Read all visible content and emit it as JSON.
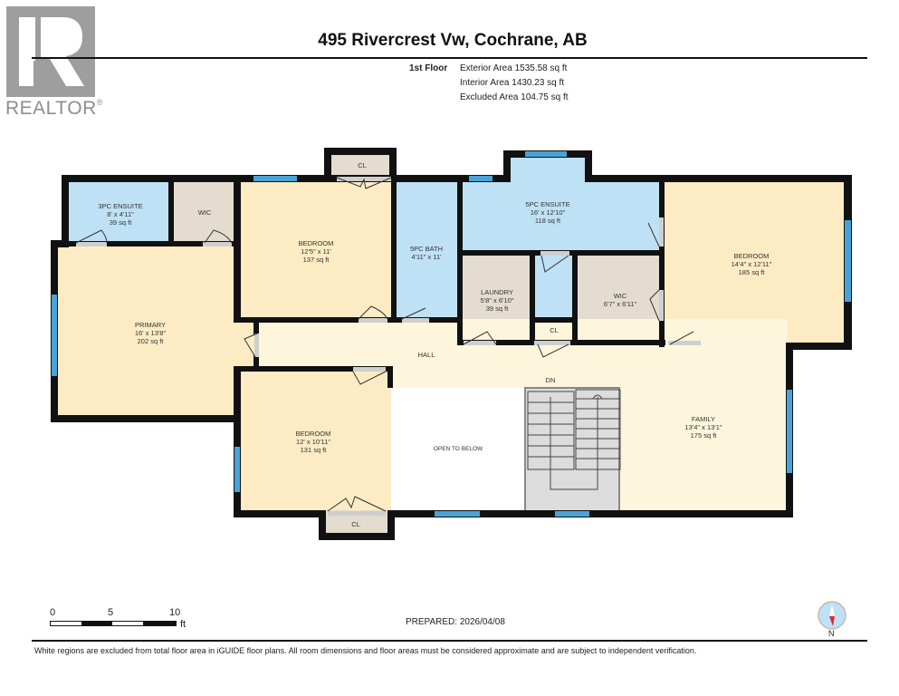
{
  "branding": {
    "logo_letter": "R",
    "logo_text": "REALTOR",
    "logo_mark": "®",
    "logo_color": "#9e9e9e"
  },
  "header": {
    "title": "495 Rivercrest Vw, Cochrane, AB",
    "floor": "1st Floor",
    "exterior_area": "Exterior Area 1535.58 sq ft",
    "interior_area": "Interior Area 1430.23 sq ft",
    "excluded_area": "Excluded Area 104.75 sq ft"
  },
  "colors": {
    "bedroom_fill": "#fdebc4",
    "hall_fill": "#fdf5dc",
    "bath_fill": "#bfe1f6",
    "utility_fill": "#e4dccf",
    "stair_fill": "#dcdcdc",
    "wall": "#111111",
    "window": "#4aa3d8",
    "door_gap": "#cfcfcf"
  },
  "rooms": [
    {
      "id": "ensuite3",
      "name": "3PC ENSUITE",
      "dims": "8' x 4'11\"",
      "area": "39 sq ft"
    },
    {
      "id": "wic1",
      "name": "WIC",
      "dims": "",
      "area": ""
    },
    {
      "id": "bedroom1",
      "name": "BEDROOM",
      "dims": "12'5\" x 11'",
      "area": "137 sq ft"
    },
    {
      "id": "cl1",
      "name": "CL",
      "dims": "",
      "area": ""
    },
    {
      "id": "bath5",
      "name": "5PC BATH",
      "dims": "4'11\" x 11'",
      "area": ""
    },
    {
      "id": "ensuite5",
      "name": "5PC ENSUITE",
      "dims": "16' x 12'10\"",
      "area": "118 sq ft"
    },
    {
      "id": "bedroom2",
      "name": "BEDROOM",
      "dims": "14'4\" x 12'11\"",
      "area": "185 sq ft"
    },
    {
      "id": "laundry",
      "name": "LAUNDRY",
      "dims": "5'8\" x 6'10\"",
      "area": "39 sq ft"
    },
    {
      "id": "cl2",
      "name": "CL",
      "dims": "",
      "area": ""
    },
    {
      "id": "wic2",
      "name": "WIC",
      "dims": "6'7\" x 6'11\"",
      "area": ""
    },
    {
      "id": "primary",
      "name": "PRIMARY",
      "dims": "16' x 13'8\"",
      "area": "202 sq ft"
    },
    {
      "id": "hall",
      "name": "HALL",
      "dims": "",
      "area": ""
    },
    {
      "id": "bedroom3",
      "name": "BEDROOM",
      "dims": "12' x 10'11\"",
      "area": "131 sq ft"
    },
    {
      "id": "cl3",
      "name": "CL",
      "dims": "",
      "area": ""
    },
    {
      "id": "open",
      "name": "OPEN TO BELOW",
      "dims": "",
      "area": ""
    },
    {
      "id": "stairs",
      "name": "DN",
      "dims": "",
      "area": ""
    },
    {
      "id": "family",
      "name": "FAMILY",
      "dims": "13'4\" x 13'1\"",
      "area": "175 sq ft"
    }
  ],
  "scale": {
    "ticks": [
      "0",
      "5",
      "10"
    ],
    "unit": "ft"
  },
  "prepared": "PREPARED: 2026/04/08",
  "compass": {
    "label": "N"
  },
  "disclaimer": "White regions are excluded from total floor area in iGUIDE floor plans. All room dimensions and floor areas must be considered approximate and are subject to independent verification."
}
